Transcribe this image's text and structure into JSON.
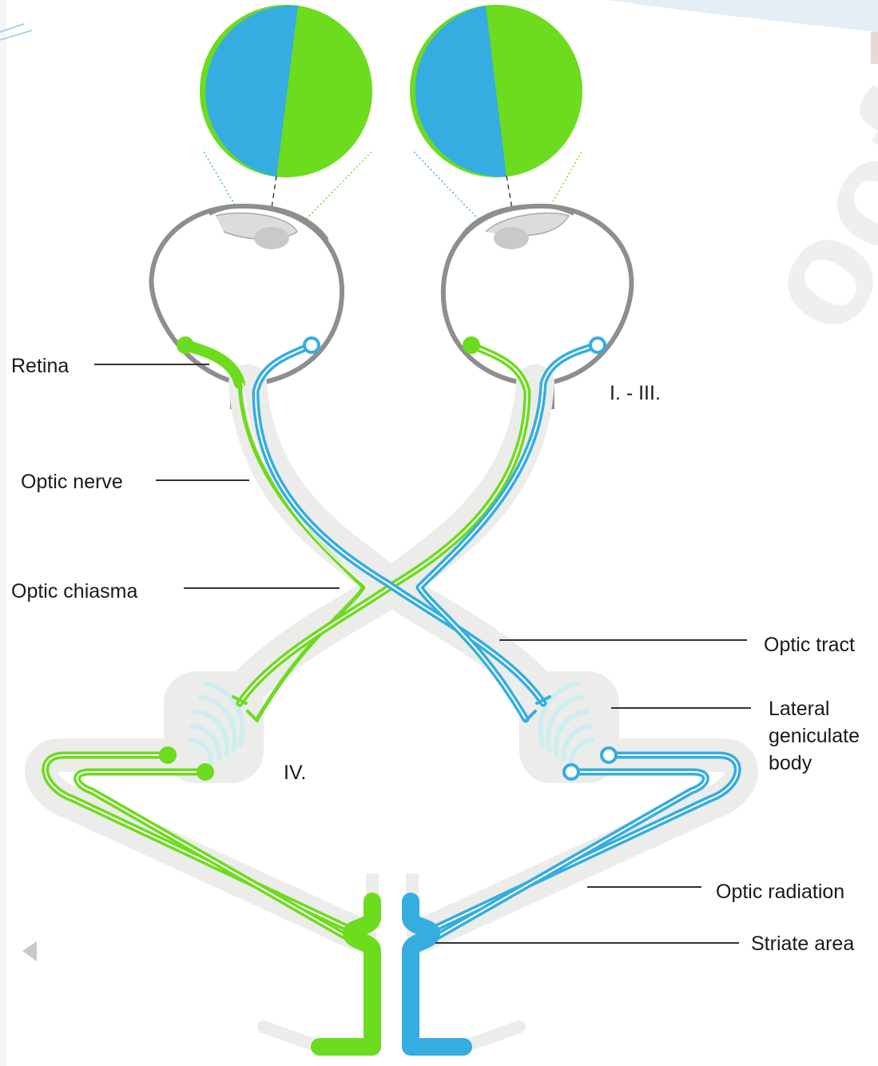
{
  "labels": {
    "retina": "Retina",
    "optic_nerve": "Optic nerve",
    "optic_chiasma": "Optic chiasma",
    "optic_tract": "Optic tract",
    "lateral_geniculate_1": "Lateral",
    "lateral_geniculate_2": "geniculate",
    "lateral_geniculate_3": "body",
    "optic_radiation": "Optic radiation",
    "striate_area": "Striate area",
    "stage_1_3": "I. - III.",
    "stage_4": "IV."
  },
  "watermark": "oof",
  "colors": {
    "blue": "#35ade0",
    "green": "#6ddb1e",
    "sheath": "#ececea",
    "eye_outline": "#8e8e8e",
    "dark_line": "#1a1a1a",
    "geniculate_layers": "#cdeeee"
  },
  "icons": [
    "left-eye-icon",
    "right-eye-icon",
    "visual-field-icon"
  ]
}
